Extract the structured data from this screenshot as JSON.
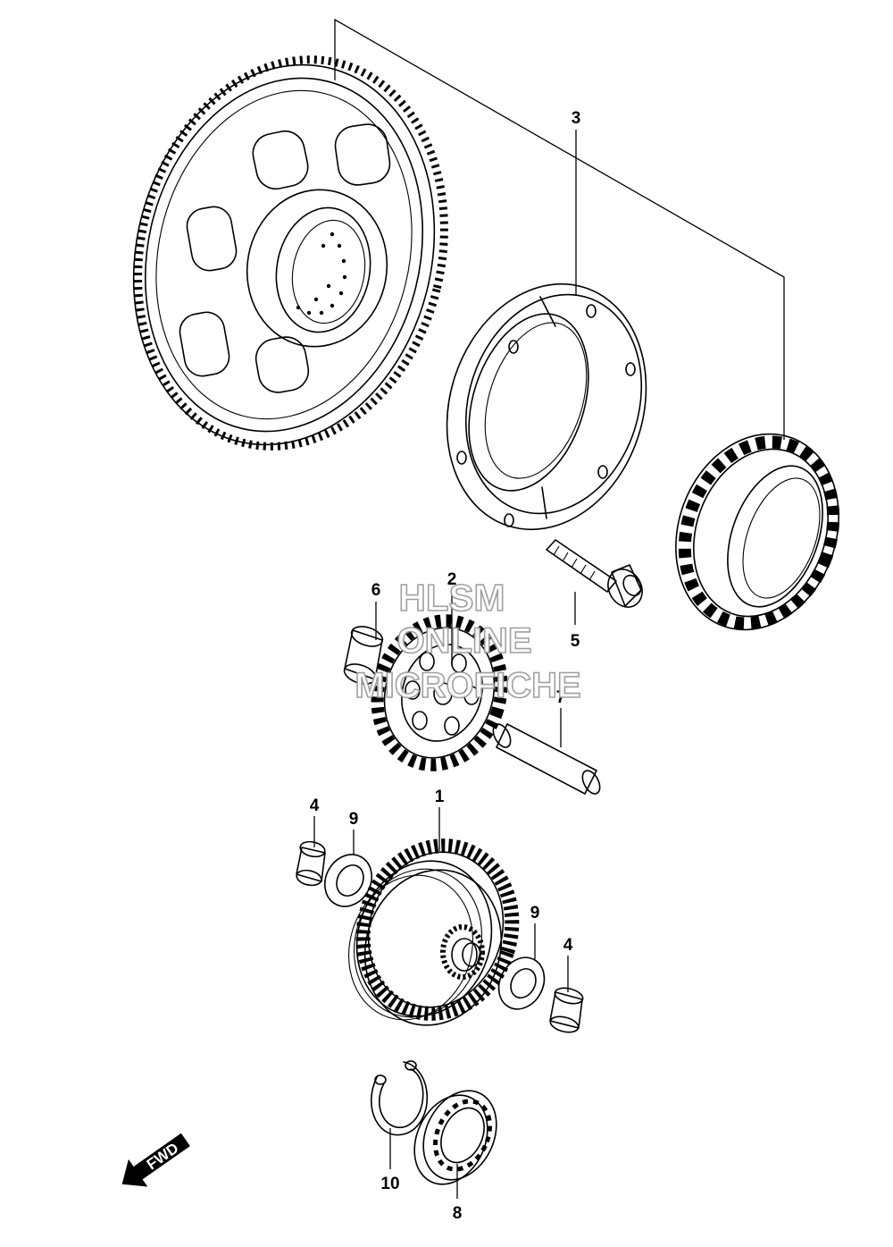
{
  "watermark": {
    "line1": "HLSM",
    "line2": "ONLINE",
    "line3": "MICROFICHE"
  },
  "fwd_label": "FWD",
  "callouts": [
    {
      "id": "c3",
      "text": "3"
    },
    {
      "id": "c2",
      "text": "2"
    },
    {
      "id": "c6",
      "text": "6"
    },
    {
      "id": "c5",
      "text": "5"
    },
    {
      "id": "c7",
      "text": "7"
    },
    {
      "id": "c4a",
      "text": "4"
    },
    {
      "id": "c9a",
      "text": "9"
    },
    {
      "id": "c1",
      "text": "1"
    },
    {
      "id": "c9b",
      "text": "9"
    },
    {
      "id": "c4b",
      "text": "4"
    },
    {
      "id": "c10",
      "text": "10"
    },
    {
      "id": "c8",
      "text": "8"
    }
  ]
}
